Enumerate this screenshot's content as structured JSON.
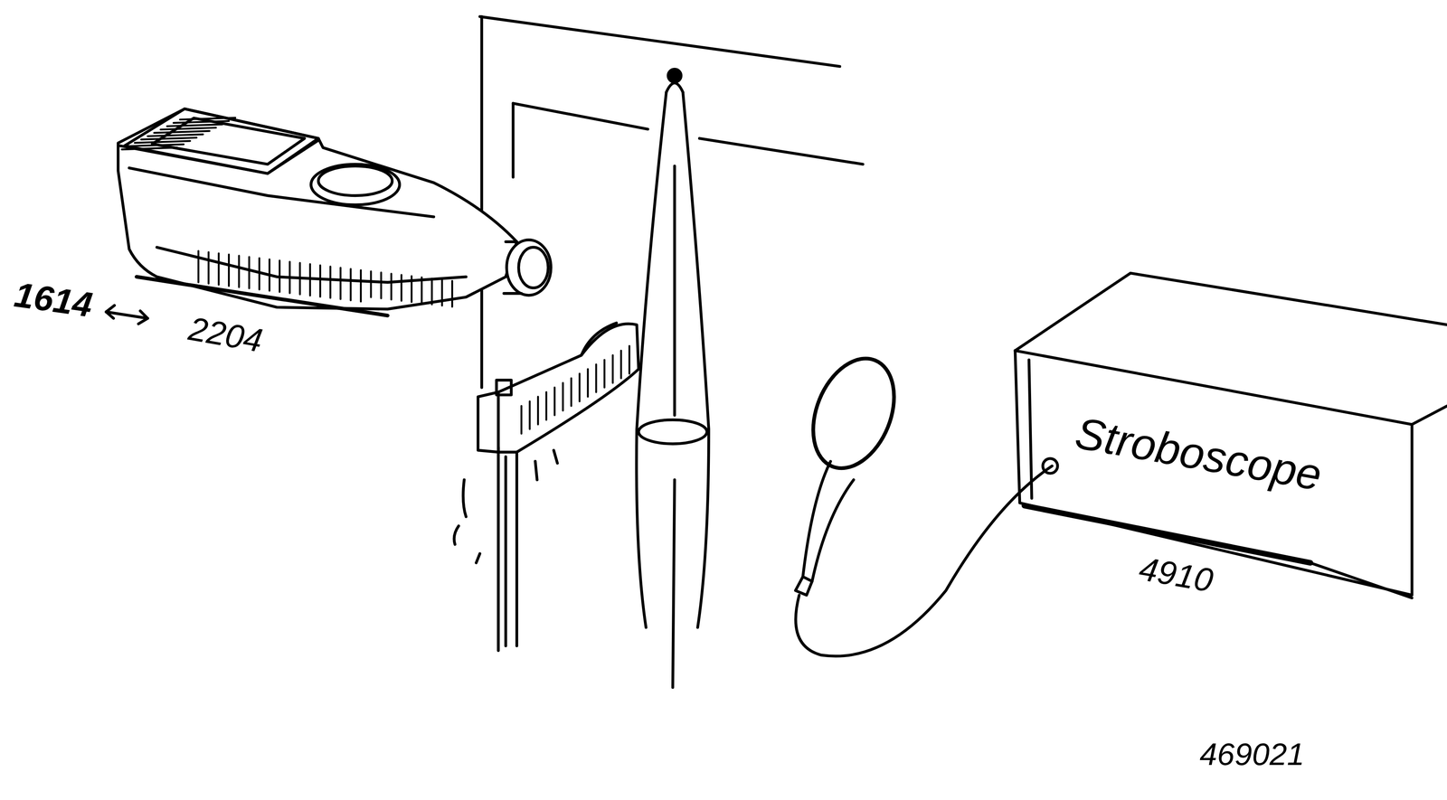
{
  "diagram": {
    "nodes": [
      {
        "text": [
          "Stroboscope"
        ]
      }
    ],
    "labels": [
      "1614",
      "2204",
      "4910",
      "469021"
    ]
  }
}
